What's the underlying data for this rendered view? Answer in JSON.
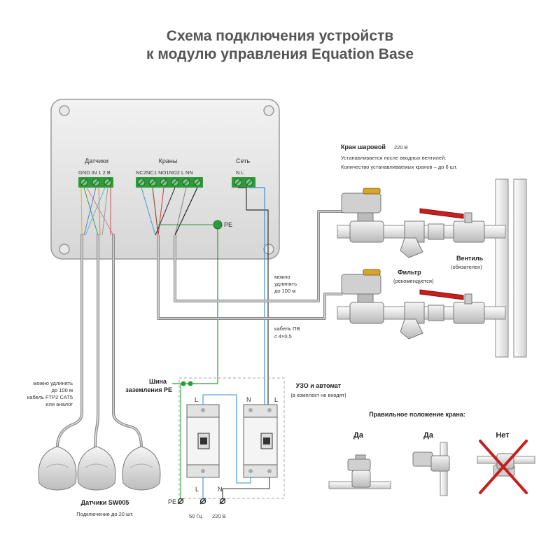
{
  "title": {
    "line1": "Схема подключения устройств",
    "line2": "к модулю управления Equation Base"
  },
  "module": {
    "group_sensors": "Датчики",
    "group_valves": "Краны",
    "group_power": "Сеть",
    "sensor_terminals": "GND  IN  1 2 В",
    "valve_terminals": "NC2NC1  NO1NO2   L    NN",
    "power_terminals": "N   L",
    "pe_label": "PE"
  },
  "ball_valve": {
    "label": "Кран шаровой",
    "voltage": "220 В",
    "note1": "Устанавливается после вводных вентилей.",
    "note2": "Количество устанавливаемых кранов – до 6 шт."
  },
  "shutoff_valve": {
    "label": "Вентиль",
    "note": "(обязателен)"
  },
  "filter": {
    "label": "Фильтр",
    "note": "(рекомендуется)"
  },
  "cable_pv": {
    "ext1": "можно",
    "ext2": "удлинять",
    "ext3": "до 100 м",
    "name1": "кабель ПВ",
    "name2": "с 4×0,5"
  },
  "sensor_cable": {
    "line1": "можно удлинять",
    "line2": "до 100 м",
    "line3": "кабель FTP2 CAT5",
    "line4": "или аналог"
  },
  "pe_bus": {
    "line1": "Шина",
    "line2": "заземления PE"
  },
  "rcd": {
    "label": "УЗО и автомат",
    "note": "(в комплект не входят)"
  },
  "breakers": {
    "l_top": "L",
    "n_top": "N",
    "l2_top": "L",
    "l_bottom": "L",
    "n_bottom": "N"
  },
  "power_input": {
    "pe": "PE",
    "freq": "50 Гц",
    "volt": "220 В"
  },
  "sensors": {
    "label": "Датчики SW005",
    "note": "Подключение до 20 шт."
  },
  "orientation": {
    "title": "Правильное положение крана:",
    "yes1": "Да",
    "yes2": "Да",
    "no": "Нет"
  }
}
